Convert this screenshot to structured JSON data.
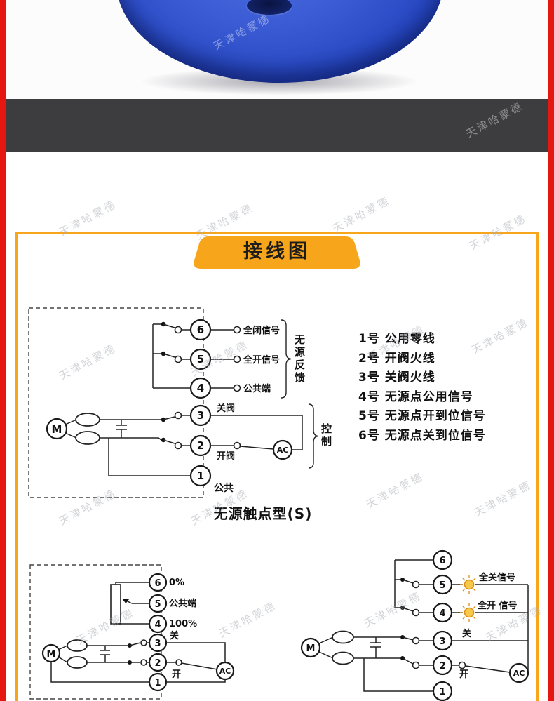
{
  "watermark": {
    "text": "天津哈蒙德"
  },
  "card": {
    "title": "接线图",
    "caption": "无源触点型(S)",
    "notes": [
      "1号  公用零线",
      "2号  开阀火线",
      "3号  关阀火线",
      "4号  无源点公用信号",
      "5号  无源点开到位信号",
      "6号  无源点关到位信号"
    ],
    "main": {
      "motor": "M",
      "ac": "AC",
      "terminals": [
        "6",
        "5",
        "4",
        "3",
        "2",
        "1"
      ],
      "t6": "全闭信号",
      "t5": "全开信号",
      "t4": "公共端",
      "t3": "关阀",
      "t2": "开阀",
      "t1": "公共",
      "feedback": "无源反馈",
      "control": "控制"
    },
    "bottom_left": {
      "motor": "M",
      "ac": "AC",
      "terminals": [
        "6",
        "5",
        "4",
        "3",
        "2",
        "1"
      ],
      "t6": "0%",
      "t5": "公共端",
      "t4": "100%",
      "t3": "关",
      "t2": "开"
    },
    "bottom_right": {
      "motor": "M",
      "ac": "AC",
      "terminals": [
        "6",
        "5",
        "4",
        "3",
        "2",
        "1"
      ],
      "t5": "全关信号",
      "t4": "全开 信号",
      "t3": "关",
      "t2": "开"
    }
  }
}
